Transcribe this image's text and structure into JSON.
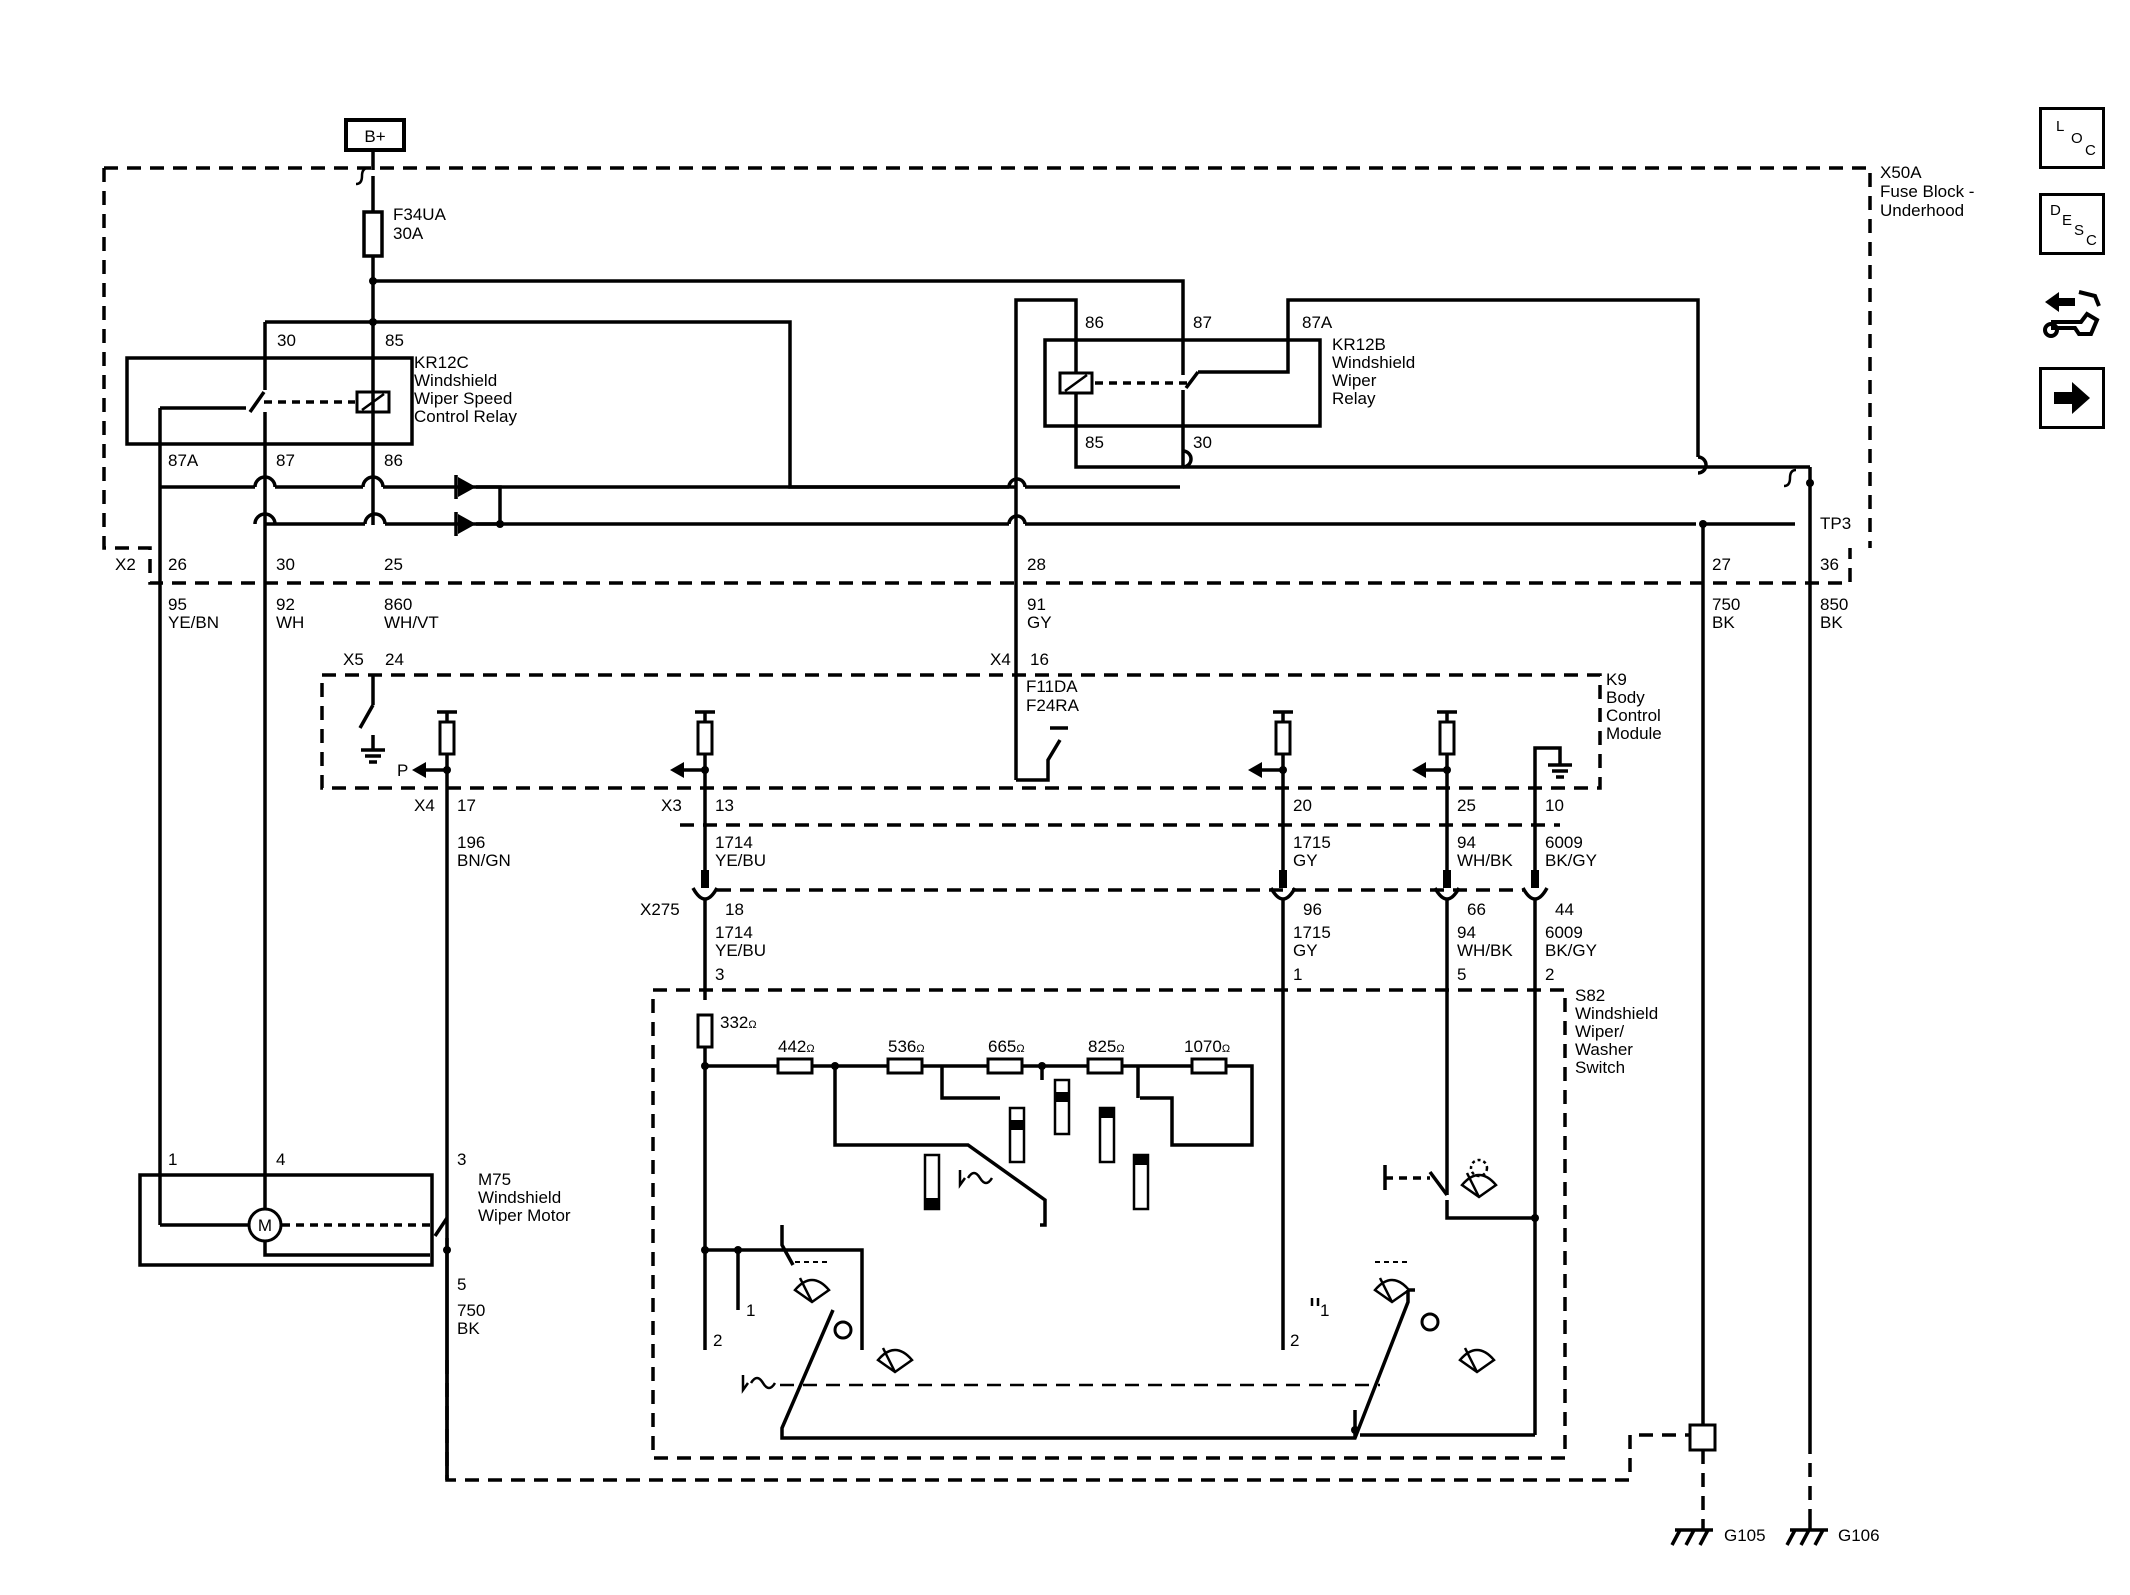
{
  "power": {
    "label": "B+"
  },
  "fuse": {
    "name": "F34UA",
    "rating": "30A"
  },
  "fuse_block": {
    "line1": "X50A",
    "line2": "Fuse Block -",
    "line3": "Underhood"
  },
  "relay_speed": {
    "id": "KR12C",
    "line1": "Windshield",
    "line2": "Wiper Speed",
    "line3": "Control Relay",
    "pins": [
      "30",
      "85",
      "87A",
      "87",
      "86"
    ]
  },
  "relay_wiper": {
    "id": "KR12B",
    "line1": "Windshield",
    "line2": "Wiper",
    "line3": "Relay",
    "pins": [
      "86",
      "87",
      "87A",
      "85",
      "30"
    ]
  },
  "test_point": "TP3",
  "connector_x2": {
    "name": "X2",
    "pins": [
      "26",
      "30",
      "25",
      "28",
      "27",
      "36"
    ]
  },
  "wires_top": [
    {
      "circuit": "95",
      "color": "YE/BN"
    },
    {
      "circuit": "92",
      "color": "WH"
    },
    {
      "circuit": "860",
      "color": "WH/VT"
    },
    {
      "circuit": "91",
      "color": "GY"
    },
    {
      "circuit": "750",
      "color": "BK"
    },
    {
      "circuit": "850",
      "color": "BK"
    }
  ],
  "bcm": {
    "line1": "K9",
    "line2": "Body",
    "line3": "Control",
    "line4": "Module",
    "x5": "X5",
    "x5_pin": "24",
    "x4": "X4",
    "x4_pin": "16",
    "fuse1": "F11DA",
    "fuse2": "F24RA",
    "p_label": "P",
    "x4b": "X4",
    "x4b_pin": "17",
    "x3": "X3",
    "pins": [
      "13",
      "20",
      "25",
      "10"
    ]
  },
  "wires_mid": [
    {
      "circuit": "196",
      "color": "BN/GN"
    },
    {
      "circuit": "1714",
      "color": "YE/BU"
    },
    {
      "circuit": "1715",
      "color": "GY"
    },
    {
      "circuit": "94",
      "color": "WH/BK"
    },
    {
      "circuit": "6009",
      "color": "BK/GY"
    }
  ],
  "connector_x275": {
    "name": "X275",
    "pins": [
      "18",
      "96",
      "66",
      "44"
    ]
  },
  "wires_low": [
    {
      "circuit": "1714",
      "color": "YE/BU"
    },
    {
      "circuit": "1715",
      "color": "GY"
    },
    {
      "circuit": "94",
      "color": "WH/BK"
    },
    {
      "circuit": "6009",
      "color": "BK/GY"
    }
  ],
  "switch": {
    "line1": "S82",
    "line2": "Windshield",
    "line3": "Wiper/",
    "line4": "Washer",
    "line5": "Switch",
    "pins": [
      "3",
      "1",
      "5",
      "2"
    ],
    "resistors": [
      "332",
      "442",
      "536",
      "665",
      "825",
      "1070"
    ],
    "ohm": "Ω",
    "contact_labels": [
      "1",
      "2",
      "1",
      "2"
    ]
  },
  "motor": {
    "id": "M75",
    "line1": "Windshield",
    "line2": "Wiper Motor",
    "symbol": "M",
    "pins": [
      "1",
      "4",
      "3",
      "5"
    ]
  },
  "wire_motor_ground": {
    "circuit": "750",
    "color": "BK"
  },
  "grounds": [
    "G105",
    "G106"
  ],
  "nav": {
    "loc": [
      "L",
      "O",
      "C"
    ],
    "desc": [
      "D",
      "E",
      "S",
      "C"
    ]
  }
}
